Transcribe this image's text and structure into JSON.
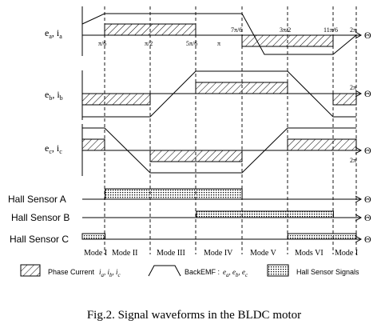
{
  "title": "",
  "axis_symbol": "Θ",
  "panels": {
    "a": {
      "label": "e",
      "sub_e": "a",
      "label_i": "i",
      "sub_i": "a"
    },
    "b": {
      "label": "e",
      "sub_e": "b",
      "label_i": "i",
      "sub_i": "b"
    },
    "c": {
      "label": "e",
      "sub_e": "c",
      "label_i": "i",
      "sub_i": "c"
    }
  },
  "angle_ticks": {
    "a_top": [
      "π/6",
      "π/2",
      "5π/6",
      "π"
    ],
    "a_bottom": [
      "7π/6",
      "3π/2",
      "11π/6",
      "2π"
    ],
    "b_right": "2π",
    "c_right": "2π"
  },
  "hall_sensors": [
    {
      "name": "Hall Sensor A",
      "high_intervals_deg": [
        [
          30,
          210
        ]
      ]
    },
    {
      "name": "Hall Sensor B",
      "high_intervals_deg": [
        [
          150,
          330
        ]
      ]
    },
    {
      "name": "Hall Sensor C",
      "high_intervals_deg": [
        [
          0,
          30
        ],
        [
          270,
          360
        ]
      ]
    }
  ],
  "modes": [
    "Mode I",
    "Mode II",
    "Mode III",
    "Mode IV",
    "Mode V",
    "Mods VI",
    "Mode I"
  ],
  "legend": {
    "phase_current": "Phase Current",
    "phase_current_vars": "i",
    "phase_current_subs": [
      "a",
      "b",
      "c"
    ],
    "backemf": "BackEMF :",
    "backemf_vars": "e",
    "backemf_subs": [
      "a",
      "b",
      "c"
    ],
    "hall": "Hall Sensor Signals"
  },
  "caption": "Fig.2. Signal waveforms in the BLDC motor",
  "colors": {
    "ink": "#000000",
    "background": "#ffffff"
  }
}
